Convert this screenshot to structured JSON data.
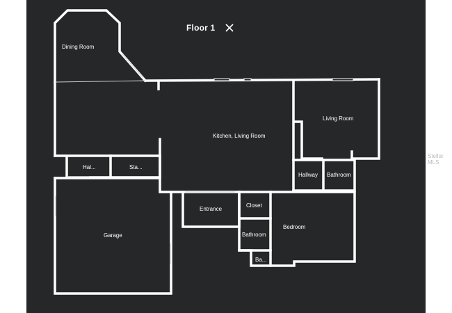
{
  "header": {
    "title": "Floor 1",
    "close_icon": "close-icon"
  },
  "watermark": "Stellar MLS",
  "rooms": {
    "dining_room": "Dining Room",
    "kitchen_living_room": "Kitchen, Living Room",
    "living_room": "Living Room",
    "hal": "Hal...",
    "sta": "Sta...",
    "hallway": "Hallway",
    "bathroom_1": "Bathroom",
    "garage": "Garage",
    "entrance": "Entrance",
    "closet": "Closet",
    "bedroom": "Bedroom",
    "bathroom_2": "Bathroom",
    "ba": "Ba..."
  },
  "colors": {
    "background": "#262729",
    "walls": "#ffffff",
    "page": "#ffffff"
  }
}
